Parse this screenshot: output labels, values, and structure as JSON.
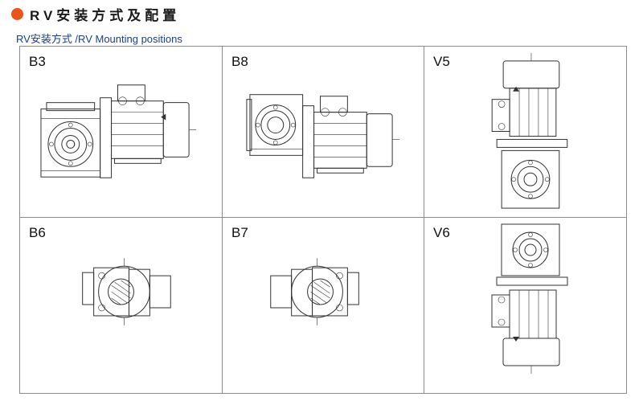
{
  "header": {
    "title": "RV安装方式及配置"
  },
  "subtitle": "RV安装方式 /RV Mounting positions",
  "positions": [
    {
      "label": "B3"
    },
    {
      "label": "B8"
    },
    {
      "label": "V5"
    },
    {
      "label": "B6"
    },
    {
      "label": "B7"
    },
    {
      "label": "V6"
    }
  ],
  "colors": {
    "accent": "#e8541c",
    "subtitle": "#1f3f86",
    "border": "#8c8c8c"
  }
}
